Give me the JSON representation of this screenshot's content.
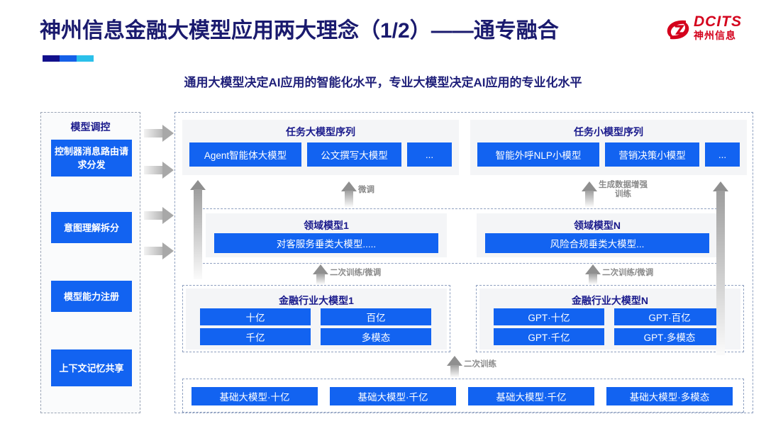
{
  "header": {
    "title": "神州信息金融大模型应用两大理念（1/2）——通专融合",
    "subtitle": "通用大模型决定AI应用的智能化水平，专业大模型决定AI应用的专业化水平",
    "accent_colors": [
      "#12108c",
      "#1560e8",
      "#2bc0ea"
    ],
    "title_color": "#1a1a6e"
  },
  "logo": {
    "en": "DCITS",
    "cn": "神州信息",
    "color": "#d4011c",
    "mark": "swirl-icon"
  },
  "sidebar": {
    "title": "模型调控",
    "items": [
      {
        "label": "控制器消息路由请求分发"
      },
      {
        "label": "意图理解拆分"
      },
      {
        "label": "模型能力注册"
      },
      {
        "label": "上下文记忆共享"
      }
    ]
  },
  "connectors": {
    "side_arrows": [
      "arrow-right-icon",
      "arrow-right-icon",
      "arrow-right-icon",
      "arrow-right-icon"
    ],
    "labels": {
      "fine_tune": "微调",
      "data_augment": "生成数据增强\n训练",
      "retrain_tune_left": "二次训练/微调",
      "retrain_tune_right": "二次训练/微调",
      "retrain": "二次训练"
    },
    "data_augment_line1": "生成数据增强",
    "data_augment_line2": "训练"
  },
  "task_groups": [
    {
      "title": "任务大模型序列",
      "items": [
        "Agent智能体大模型",
        "公文撰写大模型",
        "..."
      ]
    },
    {
      "title": "任务小模型序列",
      "items": [
        "智能外呼NLP小模型",
        "营销决策小模型",
        "..."
      ]
    }
  ],
  "domain_groups": [
    {
      "title": "领域模型1",
      "items": [
        "对客服务垂类大模型....."
      ]
    },
    {
      "title": "领域模型N",
      "items": [
        "风险合规垂类大模型..."
      ]
    }
  ],
  "industry_groups": [
    {
      "title": "金融行业大模型1",
      "items": [
        "十亿",
        "百亿",
        "千亿",
        "多模态"
      ]
    },
    {
      "title": "金融行业大模型N",
      "items": [
        "GPT·十亿",
        "GPT·百亿",
        "GPT·千亿",
        "GPT·多模态"
      ]
    }
  ],
  "foundation": {
    "items": [
      "基础大模型·十亿",
      "基础大模型·千亿",
      "基础大模型·千亿",
      "基础大模型·多模态"
    ]
  },
  "theme": {
    "blue": "#1263f1",
    "navy": "#1a1a8c",
    "panel_gray": "#f4f5f7",
    "dashed_border": "#8fa0c0",
    "arrow_gray": "#9e9e9e"
  }
}
